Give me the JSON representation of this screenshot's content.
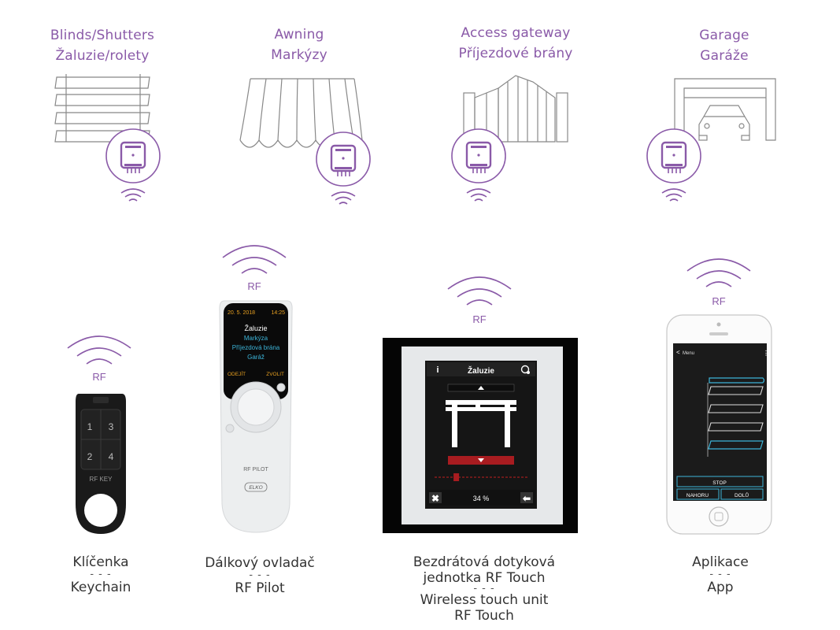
{
  "categories": [
    {
      "line1": "Blinds/Shutters",
      "line2": "Žaluzie/rolety",
      "icon": "blinds-icon"
    },
    {
      "line1": "Awning",
      "line2": "Markýzy",
      "icon": "awning-icon"
    },
    {
      "line1": "Access gateway",
      "line2": "Příjezdové brány",
      "icon": "gate-icon"
    },
    {
      "line1": "Garage",
      "line2": "Garáže",
      "icon": "garage-icon"
    }
  ],
  "rf_label": "RF",
  "colors": {
    "accent": "#8a5aa8",
    "cyan": "#3cb4d8",
    "orange": "#e8a020",
    "red": "#a81c20"
  },
  "devices": {
    "keychain": {
      "name_cz": "Klíčenka",
      "sep": "- - -",
      "name_en": "Keychain",
      "buttons": [
        "1",
        "3",
        "2",
        "4"
      ],
      "brand": "RF KEY"
    },
    "pilot": {
      "name_cz": "Dálkový ovladač",
      "sep": "- - -",
      "name_en": "RF Pilot",
      "date": "20. 5. 2018",
      "time": "14:25",
      "menu": [
        "Žaluzie",
        "Markýza",
        "Příjezdová brána",
        "Garáž"
      ],
      "left_soft": "ODEJÍT",
      "right_soft": "ZVOLIT",
      "model": "RF PILOT",
      "brand": "ELKO"
    },
    "touch": {
      "name_cz_1": "Bezdrátová dotyková",
      "name_cz_2": "jednotka RF Touch",
      "sep": "- - -",
      "name_en_1": "Wireless touch unit",
      "name_en_2": "RF Touch",
      "title": "Žaluzie",
      "info": "i",
      "percent": "34 %",
      "position_percent": 34
    },
    "app": {
      "name_cz": "Aplikace",
      "sep": "- - -",
      "name_en": "App",
      "menu_label": "Menu",
      "stop": "STOP",
      "up": "NAHORU",
      "down": "DOLŮ"
    }
  }
}
